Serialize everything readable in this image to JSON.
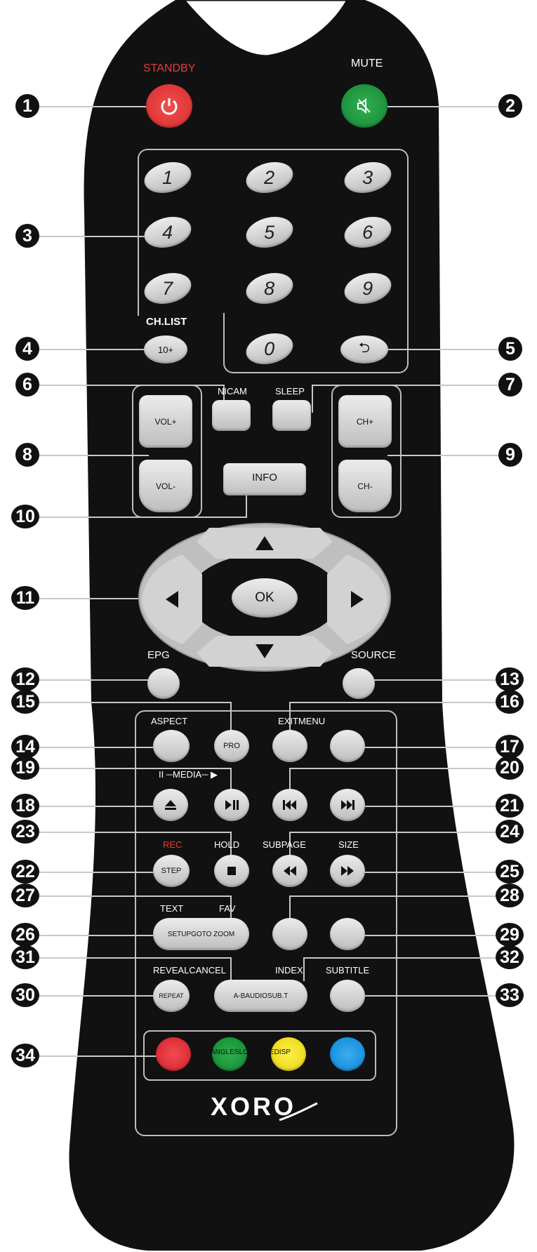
{
  "labels": {
    "standby": "STANDBY",
    "mute": "MUTE",
    "chlist": "CH.LIST",
    "nicam": "NICAM",
    "sleep": "SLEEP",
    "info": "INFO",
    "epg": "EPG",
    "source": "SOURCE",
    "aspect": "ASPECT",
    "exitmenu": "EXITMENU",
    "media": "II ─MEDIA─ ▶",
    "rec": "REC",
    "hold": "HOLD",
    "subpage": "SUBPAGE",
    "size": "SIZE",
    "text": "TEXT",
    "fav": "FAV",
    "revealcancel": "REVEALCANCEL",
    "index": "INDEX",
    "subtitle": "SUBTITLE",
    "brand": "XORO"
  },
  "buttons": {
    "digits": [
      "1",
      "2",
      "3",
      "4",
      "5",
      "6",
      "7",
      "8",
      "9",
      "0"
    ],
    "ten_plus": "10+",
    "return": "⮌",
    "vol_up": "VOL+",
    "vol_down": "VOL-",
    "ch_up": "CH+",
    "ch_down": "CH-",
    "ok": "OK",
    "pro": "PRO",
    "step": "STEP",
    "setup_goto_zoom": "SETUPGOTO ZOOM",
    "repeat": "REPEAT",
    "ab": "A-BAUDIOSUB.T",
    "color_labels": "ANGLESLOWTITLEDISP"
  },
  "callouts": [
    "1",
    "2",
    "3",
    "4",
    "5",
    "6",
    "7",
    "8",
    "9",
    "10",
    "11",
    "12",
    "13",
    "14",
    "15",
    "16",
    "17",
    "18",
    "19",
    "20",
    "21",
    "22",
    "23",
    "24",
    "25",
    "26",
    "27",
    "28",
    "29",
    "30",
    "31",
    "32",
    "33",
    "34"
  ],
  "colors": {
    "body": "#111111",
    "standby": "#e8393a",
    "mute": "#1d9a3f",
    "red": "#e3262e",
    "green": "#1a9a3b",
    "yellow": "#f4e31b",
    "blue": "#1596e3",
    "leader": "#c8c8c8"
  }
}
